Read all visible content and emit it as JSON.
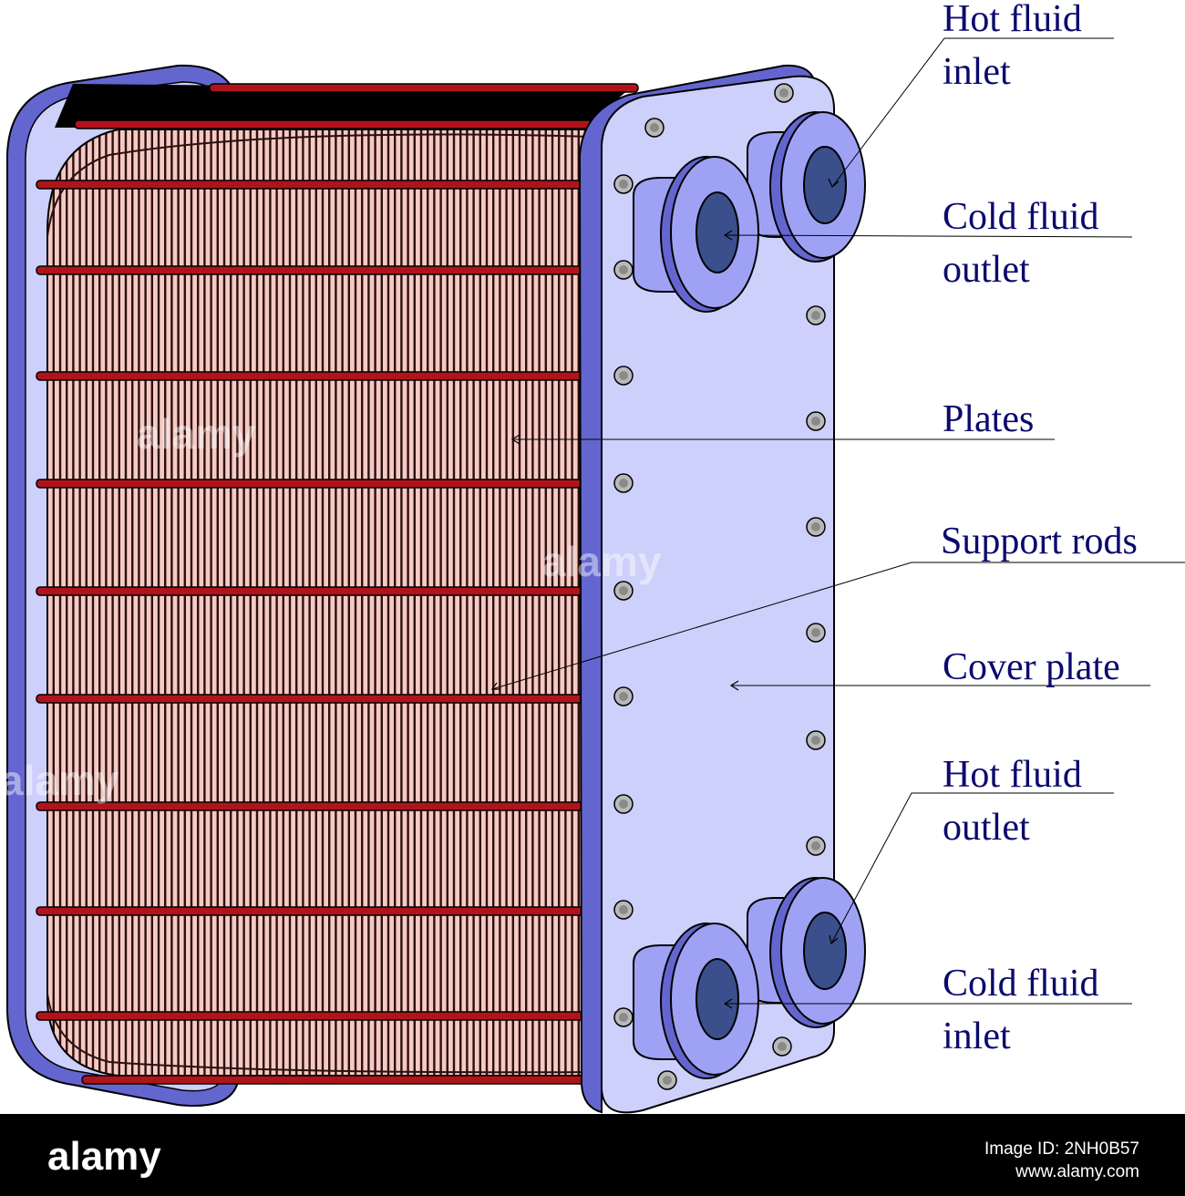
{
  "diagram": {
    "labels": {
      "hot_fluid_inlet": [
        "Hot fluid",
        "inlet"
      ],
      "cold_fluid_outlet": [
        "Cold fluid",
        "outlet"
      ],
      "plates": [
        "Plates"
      ],
      "support_rods": [
        "Support rods"
      ],
      "cover_plate": [
        "Cover plate"
      ],
      "hot_fluid_outlet": [
        "Hot fluid",
        "outlet"
      ],
      "cold_fluid_inlet": [
        "Cold fluid",
        "inlet"
      ]
    },
    "colors": {
      "label_text": "#0a0a6e",
      "plates_fill": "#f6c9c2",
      "plate_lines": "#2a1010",
      "support_rod": "#b0141a",
      "cover_plate_face": "#cdd0fb",
      "cover_plate_edge": "#6466cf",
      "port_flange": "#9fa2f4",
      "port_bore": "#3a4f8c",
      "bolt": "#b9b9b9"
    }
  },
  "footer": {
    "logo": "alamy",
    "image_id_label": "Image ID: 2NH0B57",
    "site": "www.alamy.com"
  }
}
